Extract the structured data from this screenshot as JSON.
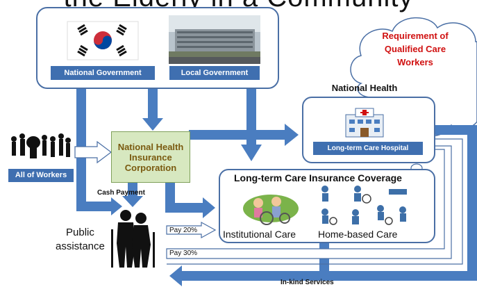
{
  "title": "the Elderly in a Community",
  "government": {
    "national_label": "National Government",
    "local_label": "Local Government"
  },
  "workers": {
    "label": "All of Workers"
  },
  "nhic": {
    "label": "National Health Insurance Corporation"
  },
  "cloud": {
    "label": "Requirement of Qualified Care Workers"
  },
  "nhi_coverage": {
    "title": "National Health Insurance Coverage",
    "hospital_label": "Long-term Care Hospital"
  },
  "ltc_coverage": {
    "title": "Long-term Care Insurance Coverage",
    "institutional_label": "Institutional Care",
    "home_label": "Home-based Care"
  },
  "flows": {
    "cash_payment": "Cash Payment",
    "pay20": "Pay 20%",
    "pay30": "Pay 30%",
    "in_kind": "In-kind Services"
  },
  "public_assistance": {
    "label_line1": "Public",
    "label_line2": "assistance"
  },
  "colors": {
    "arrow": "#4a7dc0",
    "box_border": "#4a6fa5",
    "label_bar": "#3f6fb0",
    "nhic_fill": "#d7e8c0",
    "cloud_text": "#d01010"
  },
  "icons": [
    "korea-flag-icon",
    "government-building-icon",
    "workers-crowd-icon",
    "hospital-icon",
    "elderly-couple-icon",
    "institutional-care-icon",
    "home-care-icon"
  ]
}
